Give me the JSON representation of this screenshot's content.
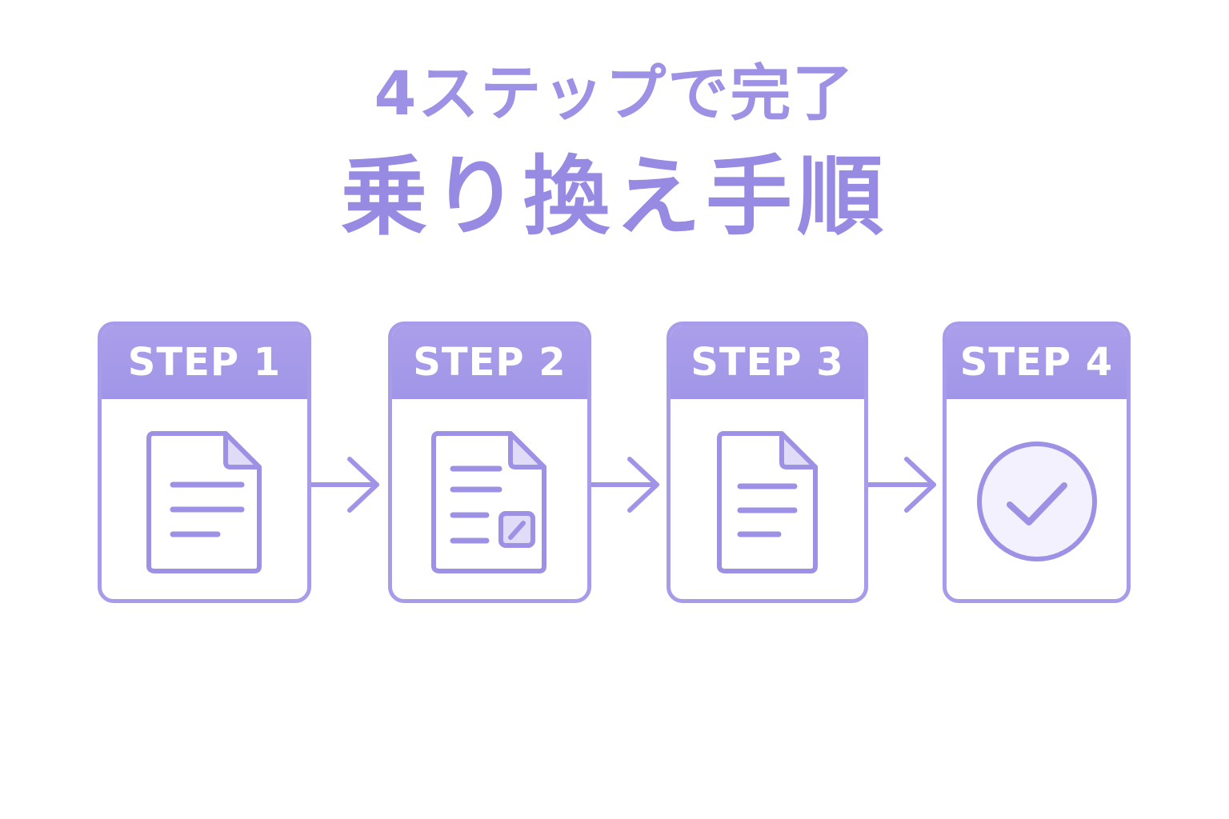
{
  "header": {
    "subtitle": "4ステップで完了",
    "title": "乗り換え手順"
  },
  "steps": [
    {
      "label": "STEP 1",
      "icon": "document-icon"
    },
    {
      "label": "STEP 2",
      "icon": "document-edit-icon"
    },
    {
      "label": "STEP 3",
      "icon": "document-icon"
    },
    {
      "label": "STEP 4",
      "icon": "check-circle-icon"
    }
  ],
  "colors": {
    "accent": "#9d91e6",
    "header_fill": "#a79ce9",
    "background": "#ffffff",
    "check_fill": "#f3f1fd"
  }
}
